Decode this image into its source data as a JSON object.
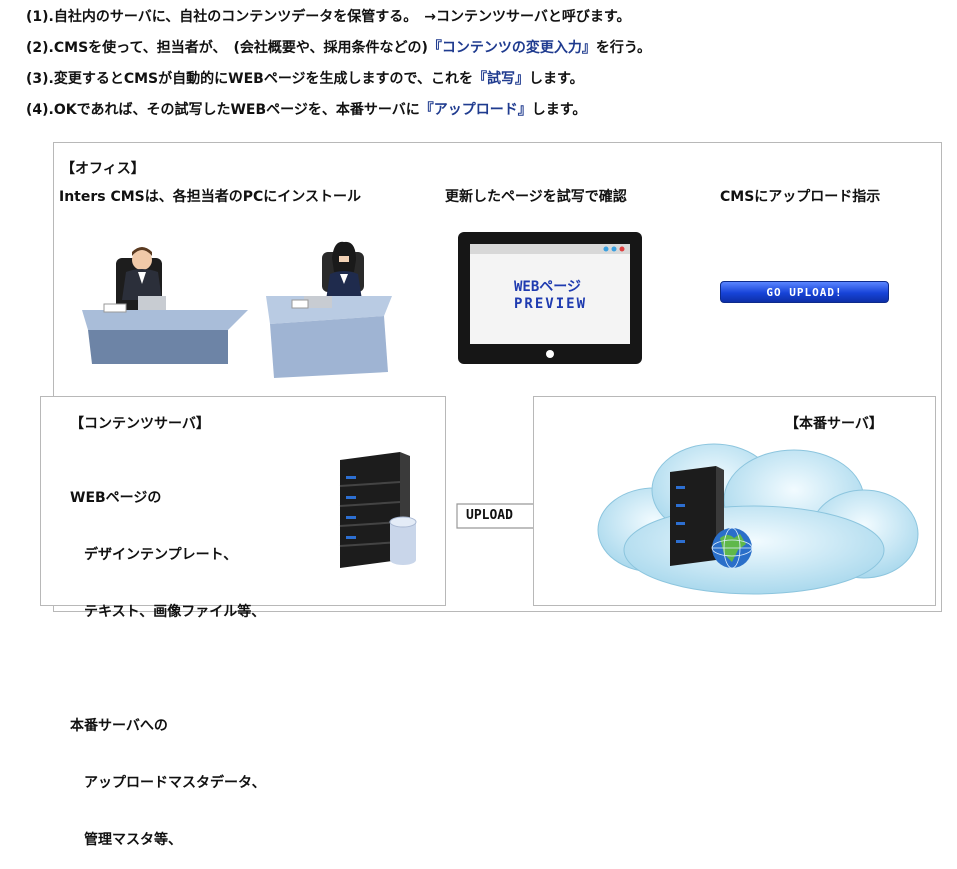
{
  "steps": [
    {
      "pre": "(1).自社内のサーバに、自社のコンテンツデータを保管する。　→コンテンツサーバと呼びます。",
      "hl": "",
      "post": ""
    },
    {
      "pre": "(2).CMSを使って、担当者が、　(会社概要や、採用条件などの)",
      "hl": "『コンテンツの変更入力』",
      "post": "を行う。"
    },
    {
      "pre": "(3).変更するとCMSが自動的にWEBページを生成しますので、これを",
      "hl": "『試写』",
      "post": "します。"
    },
    {
      "pre": "(4).OKであれば、その試写したWEBページを、本番サーバに",
      "hl": "『アップロード』",
      "post": "します。"
    }
  ],
  "office": {
    "title": "【オフィス】",
    "install_label": "Inters CMSは、各担当者のPCにインストール",
    "preview_label": "更新したページを試写で確認",
    "upload_instruction_label": "CMSにアップロード指示",
    "preview_screen_line1": "WEBページ",
    "preview_screen_line2": "PREVIEW",
    "upload_button": "GO UPLOAD!"
  },
  "content_server": {
    "title": "【コンテンツサーバ】",
    "lines": [
      "WEBページの",
      "　デザインテンプレート、",
      "　テキスト、画像ファイル等、",
      "",
      "本番サーバへの",
      "　アップロードマスタデータ、",
      "　管理マスタ等、"
    ]
  },
  "arrow": {
    "label": "UPLOAD"
  },
  "production_server": {
    "title": "【本番サーバ】"
  }
}
